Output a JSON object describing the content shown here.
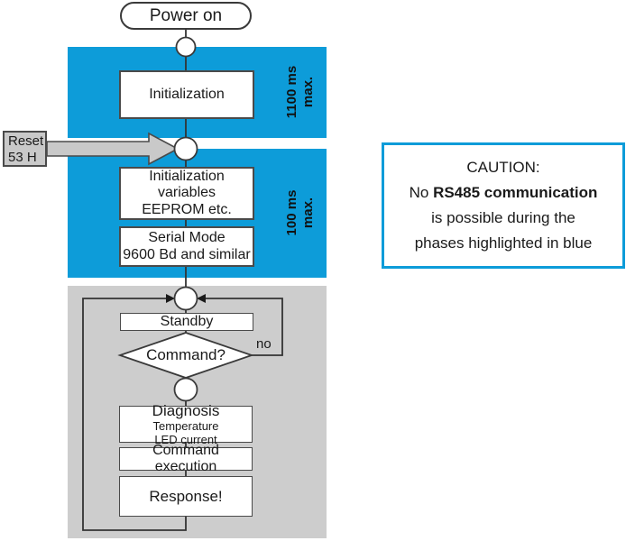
{
  "colors": {
    "phase_blue": "#0d9cd9",
    "loop_gray": "#cdcdcd",
    "box_border": "#4a4a4a",
    "connector": "#333333",
    "reset_fill": "#c9c9c9"
  },
  "flowchart": {
    "start_label": "Power on",
    "reset_note": {
      "line1": "Reset",
      "line2": "53 H"
    },
    "phase1": {
      "step": "Initialization",
      "duration_line1": "1100 ms",
      "duration_line2": "max."
    },
    "phase2": {
      "step1_lines": [
        "Initialization",
        "variables",
        "EEPROM etc."
      ],
      "step2_lines": [
        "Serial Mode",
        "9600 Bd and similar"
      ],
      "duration_line1": "100 ms",
      "duration_line2": "max."
    },
    "loop": {
      "standby": "Standby",
      "decision": "Command?",
      "decision_no": "no",
      "diagnosis_title": "Diagnosis",
      "diagnosis_sub1": "Temperature",
      "diagnosis_sub2": "LED current",
      "command_execution": "Command execution",
      "response": "Response!"
    }
  },
  "caution": {
    "line1": "CAUTION:",
    "line2_prefix": "No ",
    "line2_bold": "RS485 communication",
    "line3": "is possible during the",
    "line4": "phases highlighted in blue"
  }
}
